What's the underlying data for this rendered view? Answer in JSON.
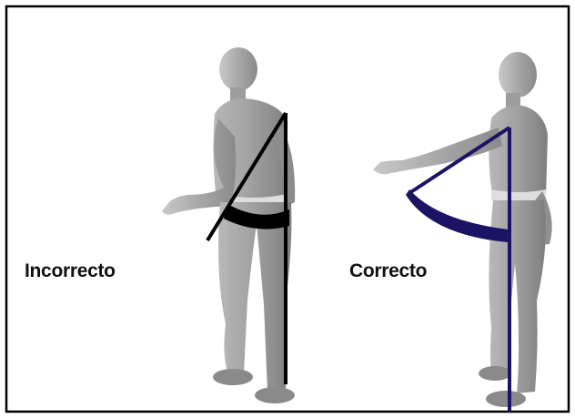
{
  "labels": {
    "incorrect": "Incorrecto",
    "correct": "Correcto"
  },
  "colors": {
    "border": "#000000",
    "background": "#ffffff",
    "figure_fill": "#a9a9a9",
    "figure_shadow": "#7d7d7d",
    "figure_highlight": "#d2d2d2",
    "incorrect_line": "#000000",
    "correct_line": "#1b1464"
  },
  "icons": {
    "left_figure": "human-figure-arm-forward-bent",
    "right_figure": "human-figure-arm-extended"
  }
}
